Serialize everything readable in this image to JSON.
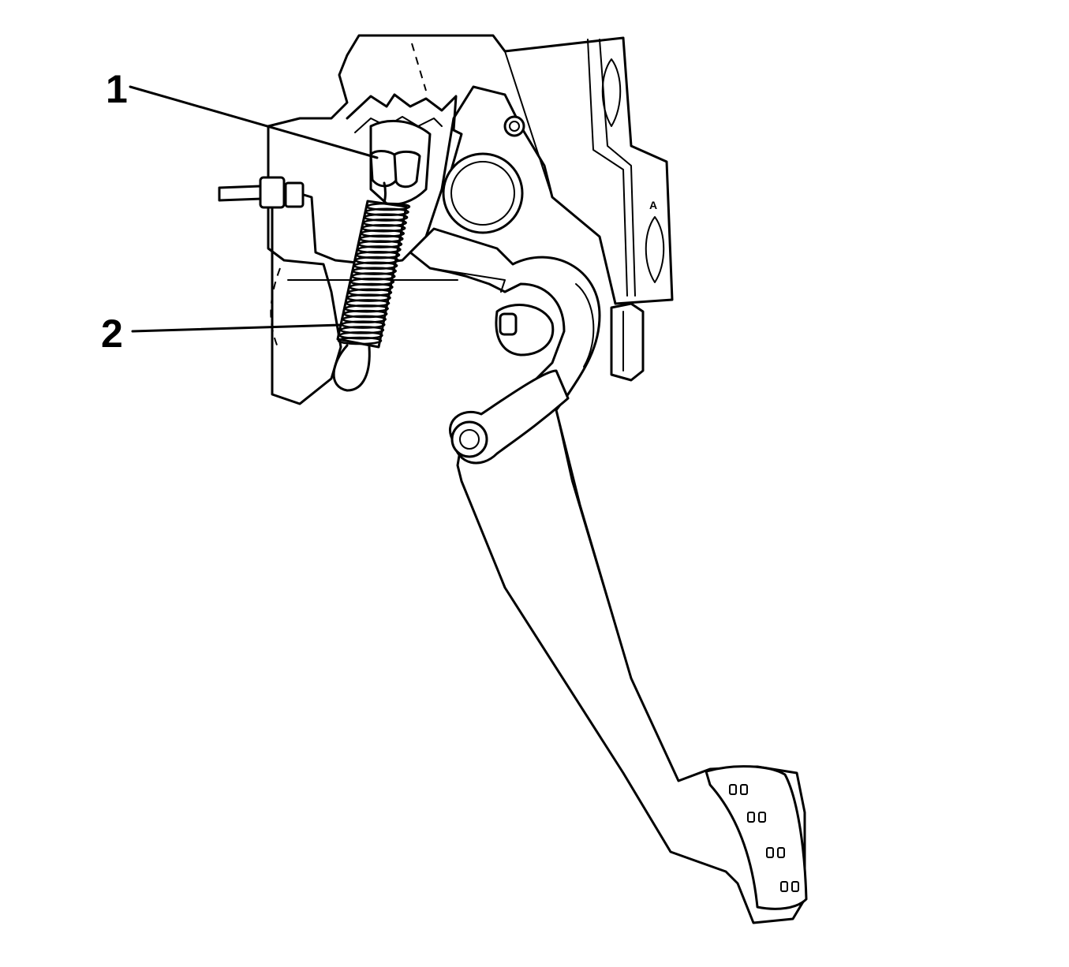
{
  "diagram": {
    "callouts": [
      {
        "id": "1",
        "label": "1"
      },
      {
        "id": "2",
        "label": "2"
      }
    ],
    "bracket_marking": "A"
  },
  "colors": {
    "line": "#000000",
    "background": "#ffffff"
  }
}
